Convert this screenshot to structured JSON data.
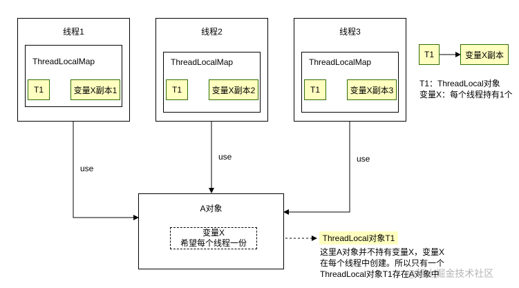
{
  "threads": [
    {
      "title": "线程1",
      "map_label": "ThreadLocalMap",
      "key": "T1",
      "value": "变量X副本1"
    },
    {
      "title": "线程2",
      "map_label": "ThreadLocalMap",
      "key": "T1",
      "value": "变量X副本2"
    },
    {
      "title": "线程3",
      "map_label": "ThreadLocalMap",
      "key": "T1",
      "value": "变量X副本3"
    }
  ],
  "use_label": "use",
  "legend": {
    "key": "T1",
    "value": "变量X副本",
    "line1": "T1：ThreadLocal对象",
    "line2": "变量X：每个线程持有1个"
  },
  "object_a": {
    "title": "A对象",
    "var_line1": "变量X",
    "var_line2": "希望每个线程一份"
  },
  "threadlocal_t1": "ThreadLocal对象T1",
  "note": {
    "line1": "这里A对象并不持有变量X，变量X",
    "line2": "在每个线程中创建。所以只有一个",
    "line3": "ThreadLocal对象T1存在A对象中"
  },
  "watermark": "@稀土掘金技术社区"
}
